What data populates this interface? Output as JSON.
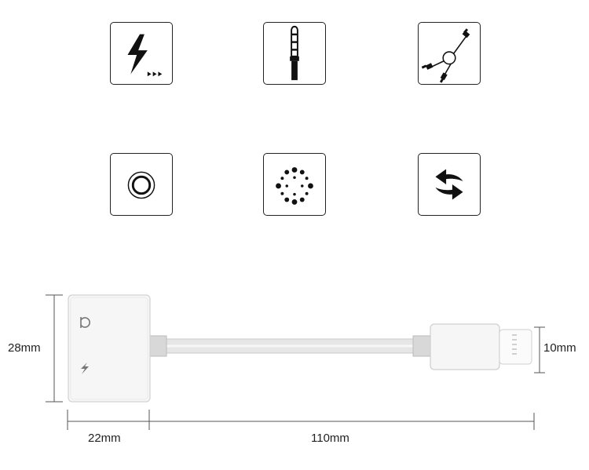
{
  "icons": [
    {
      "name": "fast-charge-icon"
    },
    {
      "name": "audio-jack-plug-icon"
    },
    {
      "name": "splitter-cable-icon"
    },
    {
      "name": "headphone-port-icon"
    },
    {
      "name": "dot-ring-icon"
    },
    {
      "name": "bidirectional-arrows-icon"
    }
  ],
  "dimensions": {
    "height": "28mm",
    "plug_height": "10mm",
    "body_width": "22mm",
    "cable_length": "110mm"
  },
  "colors": {
    "outline": "#222222",
    "product_body": "#f4f4f4",
    "cable": "#e2e2e2"
  }
}
